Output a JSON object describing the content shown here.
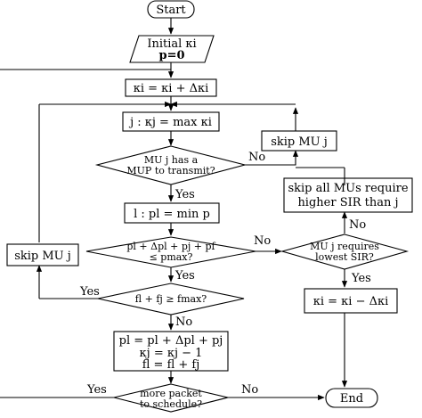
{
  "nodes": {
    "start": "Start",
    "initial_line1": "Initial κi",
    "initial_line2": "p=0",
    "kappa_increase": "κi = κi + Δκi",
    "select_j": "j : κj = max κi",
    "has_mup_line1": "MU j has a",
    "has_mup_line2": "MUP to transmit?",
    "select_l": "l : pl = min p",
    "power_check_line1": "pl + Δpl + pj + pf",
    "power_check_line2": "≤ pmax?",
    "freq_check": "fl + fj ≥ fmax?",
    "update_line1": "pl = pl + Δpl + pj",
    "update_line2": "κj = κj − 1",
    "update_line3": "fl = fl + fj",
    "more_packets_line1": "more packet",
    "more_packets_line2": "to schedule?",
    "end": "End",
    "skip_mu_right": "skip MU j",
    "skip_all_line1": "skip all MUs require",
    "skip_all_line2": "higher SIR than j",
    "lowest_sir_line1": "MU j requires",
    "lowest_sir_line2": "lowest SIR?",
    "kappa_decrease": "κi = κi − Δκi",
    "skip_mu_left": "skip MU j"
  },
  "edges": {
    "has_mup_no": "No",
    "has_mup_yes": "Yes",
    "power_yes": "Yes",
    "power_no": "No",
    "freq_yes": "Yes",
    "freq_no": "No",
    "lowest_yes": "Yes",
    "lowest_no": "No",
    "more_yes": "Yes",
    "more_no": "No"
  }
}
